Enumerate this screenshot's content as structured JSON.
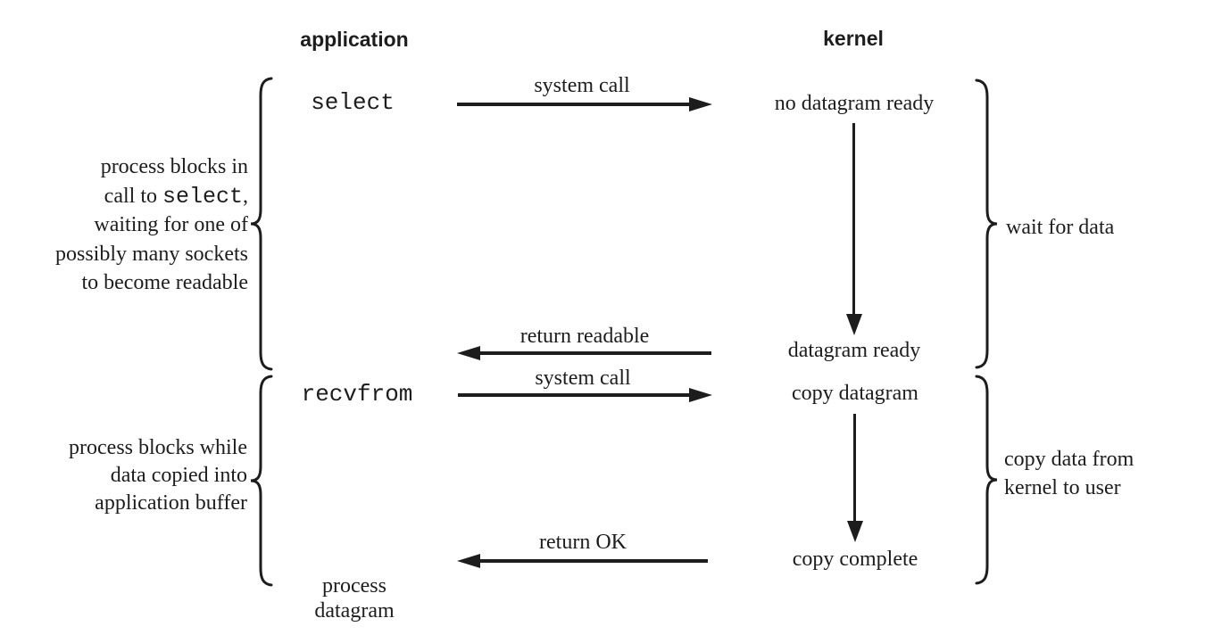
{
  "diagram": {
    "title_columns": {
      "application": "application",
      "kernel": "kernel"
    },
    "application_column": {
      "select_call": "select",
      "recvfrom_call": "recvfrom",
      "process_datagram": {
        "line1": "process",
        "line2": "datagram"
      }
    },
    "kernel_column": {
      "no_datagram_ready": "no datagram ready",
      "datagram_ready": "datagram ready",
      "copy_datagram": "copy datagram",
      "copy_complete": "copy complete"
    },
    "arrow_labels": {
      "system_call_select": "system call",
      "return_readable": "return readable",
      "system_call_recvfrom": "system call",
      "return_ok": "return OK"
    },
    "annotations": {
      "select_block": {
        "line1": "process blocks in",
        "line2_prefix": "call to ",
        "line2_code": "select",
        "line2_suffix": ",",
        "line3": "waiting for one of",
        "line4": "possibly many sockets",
        "line5": "to become readable"
      },
      "recvfrom_block": {
        "line1": "process blocks while",
        "line2": "data copied into",
        "line3": "application buffer"
      },
      "wait_for_data": "wait for data",
      "copy_data": {
        "line1": "copy data from",
        "line2": "kernel to user"
      }
    },
    "colors": {
      "ink": "#1d1d1d",
      "background": "#ffffff"
    }
  }
}
